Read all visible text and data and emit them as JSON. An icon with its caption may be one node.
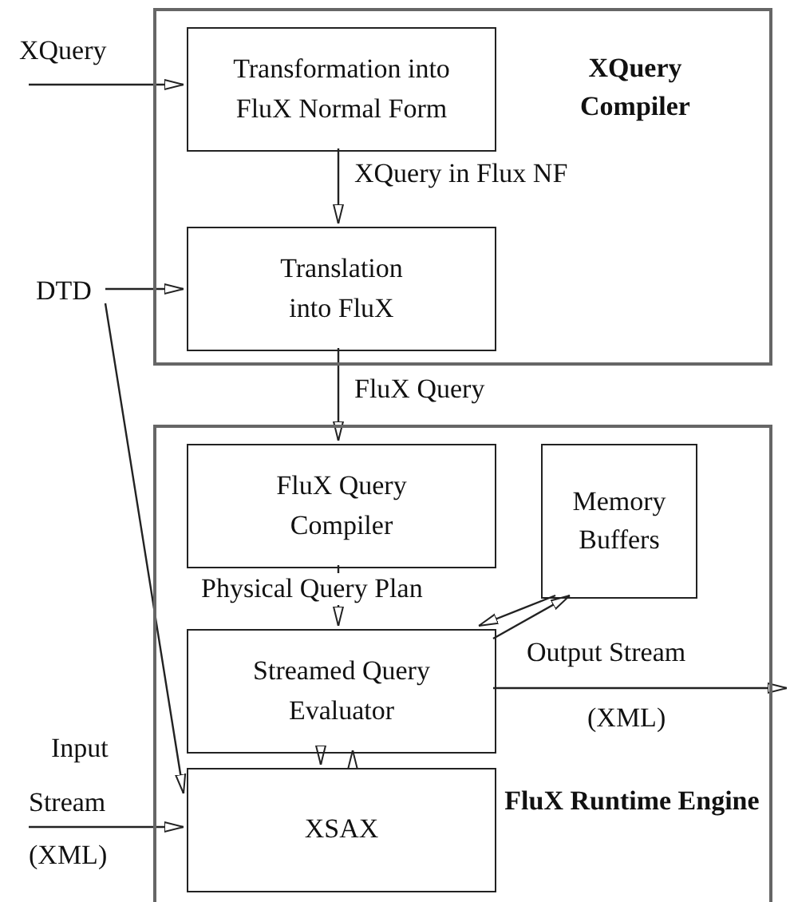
{
  "diagram": {
    "nodes": [
      {
        "text": [
          "XQuery Compiler"
        ]
      },
      {
        "text": [
          "Transformation into FluX Normal Form"
        ],
        "in": 0
      },
      {
        "text": [
          "Translation into FluX"
        ],
        "in": 0
      },
      {
        "text": [
          "DTD"
        ]
      },
      {
        "text": [
          "FluX Runtime Engine"
        ]
      },
      {
        "text": [
          "FluX Query Compiler"
        ],
        "in": 4
      },
      {
        "text": [
          "Memory Buffers"
        ],
        "in": 4
      },
      {
        "text": [
          "Streamed Query Evaluator"
        ],
        "in": 4
      },
      {
        "text": [
          "XSAX"
        ],
        "in": 4
      }
    ],
    "edges": [
      {
        "from": null,
        "to": 1,
        "arrow": "to",
        "label": "XQuery"
      },
      {
        "from": 3,
        "to": 2,
        "arrow": "to"
      },
      {
        "from": 1,
        "to": 2,
        "arrow": "to",
        "label": "XQuery in Flux NF"
      },
      {
        "from": 2,
        "to": 5,
        "arrow": "to",
        "label": "FluX Query"
      },
      {
        "from": 3,
        "to": 8,
        "arrow": "to"
      },
      {
        "from": 5,
        "to": 7,
        "arrow": "to",
        "label": "Physical Query Plan"
      },
      {
        "from": 6,
        "to": 7,
        "arrow": "to"
      },
      {
        "from": 7,
        "to": 6,
        "arrow": "to"
      },
      {
        "from": 7,
        "to": 8,
        "arrow": "to"
      },
      {
        "from": 8,
        "to": 7,
        "arrow": "to"
      },
      {
        "from": null,
        "to": 8,
        "arrow": "to"
      },
      {
        "from": 7,
        "to": null,
        "arrow": "to"
      }
    ],
    "labels": [
      "Output Stream",
      "(XML)",
      "Input",
      "Stream",
      "(XML)"
    ]
  }
}
